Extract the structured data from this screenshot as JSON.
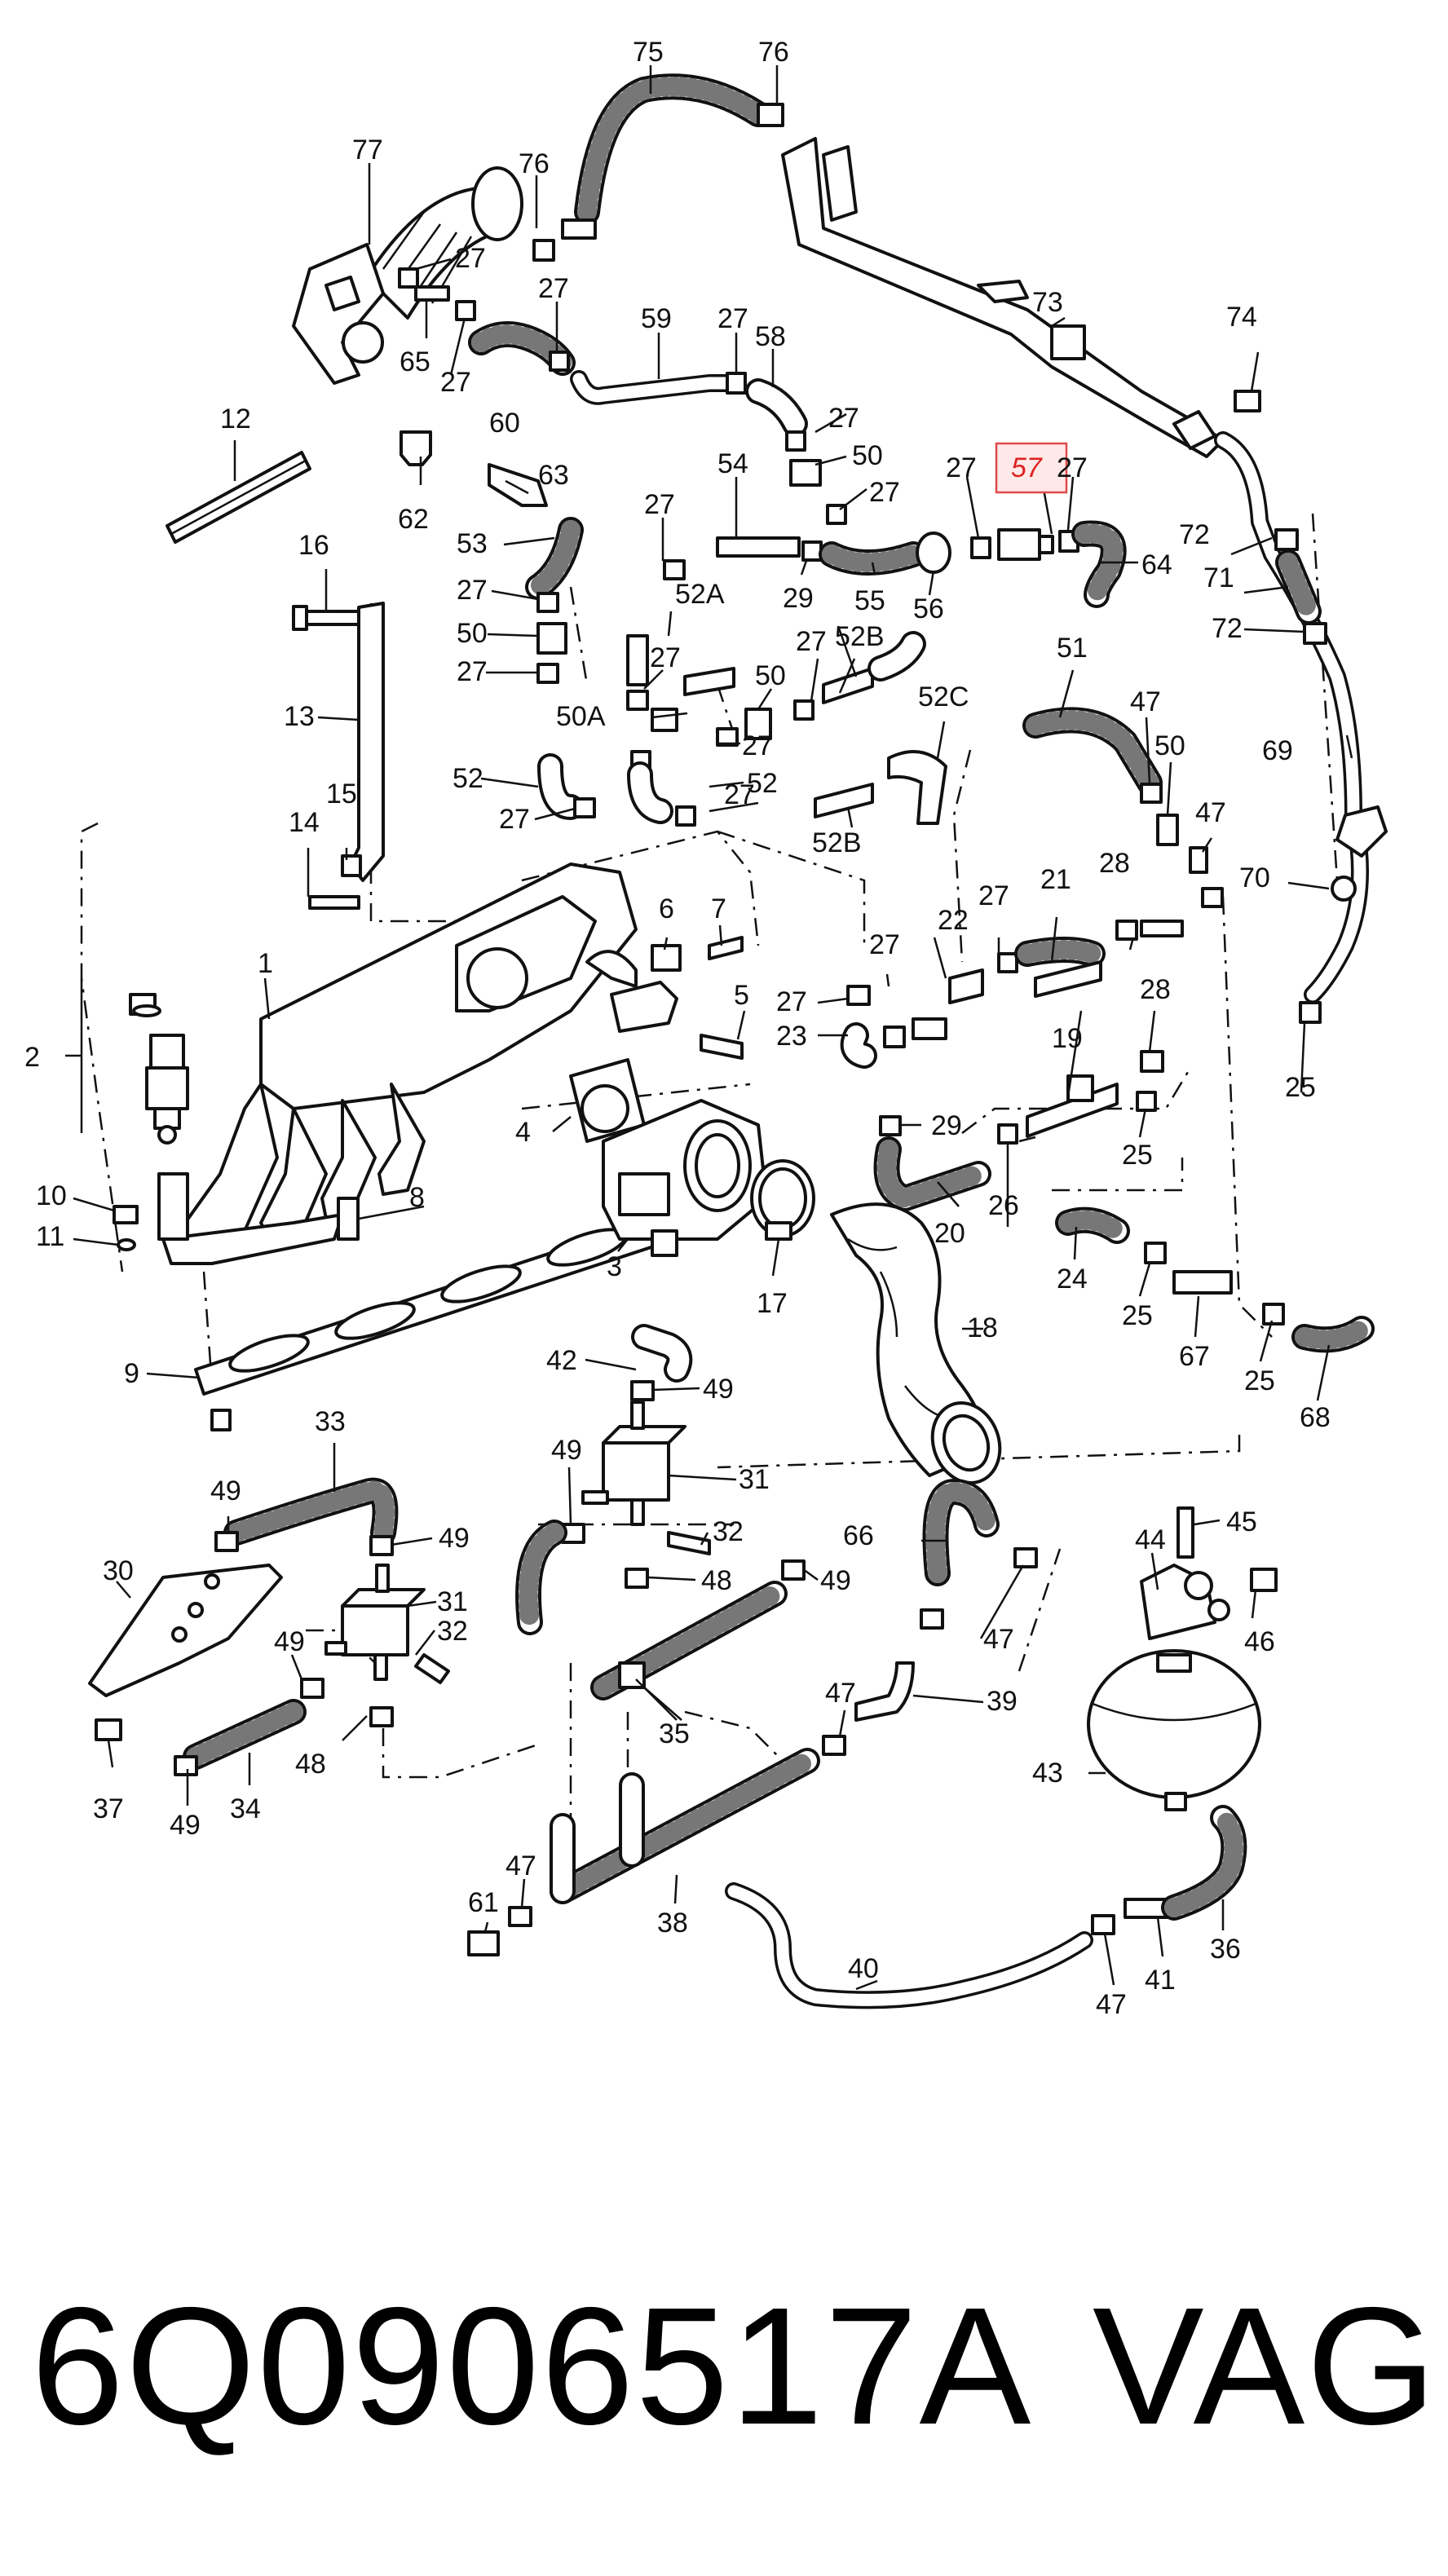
{
  "caption": {
    "part_number": "6Q0906517A",
    "brand": "VAG"
  },
  "diagram": {
    "highlighted_label": "57",
    "highlight_color": "#e04a4a",
    "labels": [
      "1",
      "2",
      "3",
      "4",
      "5",
      "6",
      "7",
      "8",
      "9",
      "10",
      "11",
      "12",
      "13",
      "14",
      "15",
      "16",
      "17",
      "18",
      "19",
      "20",
      "21",
      "22",
      "23",
      "24",
      "25",
      "26",
      "27",
      "28",
      "29",
      "30",
      "31",
      "32",
      "33",
      "34",
      "35",
      "36",
      "37",
      "38",
      "39",
      "40",
      "41",
      "42",
      "43",
      "44",
      "45",
      "46",
      "47",
      "48",
      "49",
      "50",
      "50A",
      "51",
      "52",
      "52A",
      "52B",
      "52C",
      "53",
      "54",
      "55",
      "56",
      "58",
      "59",
      "60",
      "61",
      "62",
      "63",
      "64",
      "65",
      "66",
      "67",
      "68",
      "69",
      "70",
      "71",
      "72",
      "73",
      "74",
      "75",
      "76",
      "77"
    ]
  }
}
